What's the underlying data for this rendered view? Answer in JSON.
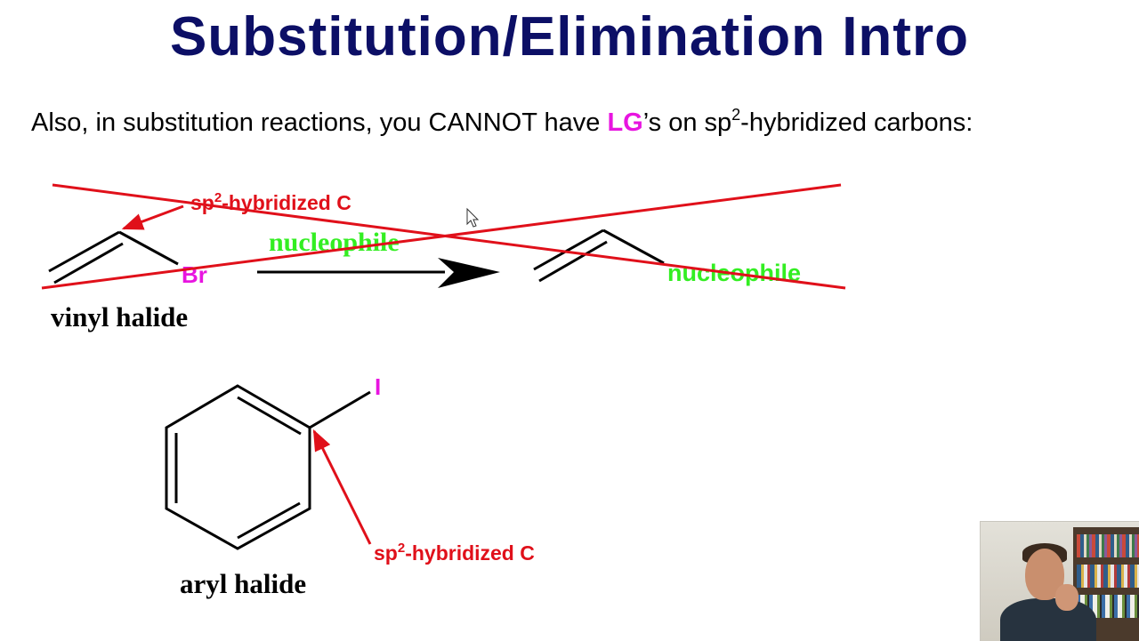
{
  "slide": {
    "title": "Substitution/Elimination Intro",
    "intro": {
      "before": "Also, in substitution reactions, you CANNOT have ",
      "lg": "LG",
      "after_lg": "’s on sp",
      "sup": "2",
      "after_sup": "-hybridized carbons:"
    }
  },
  "vinyl_example": {
    "annotation_prefix": "sp",
    "annotation_sup": "2",
    "annotation_suffix": "-hybridized C",
    "leaving_group": "Br",
    "reagent": "nucleophile",
    "product_group": "nucleophile",
    "caption": "vinyl halide",
    "crossed_out": true
  },
  "aryl_example": {
    "leaving_group": "I",
    "annotation_prefix": "sp",
    "annotation_sup": "2",
    "annotation_suffix": "-hybridized C",
    "caption": "aryl halide"
  },
  "colors": {
    "title": "#0c0f66",
    "lg_highlight": "#e815e0",
    "annotation_red": "#e0101a",
    "nucleophile_green": "#33ee22",
    "bond_black": "#000000"
  }
}
